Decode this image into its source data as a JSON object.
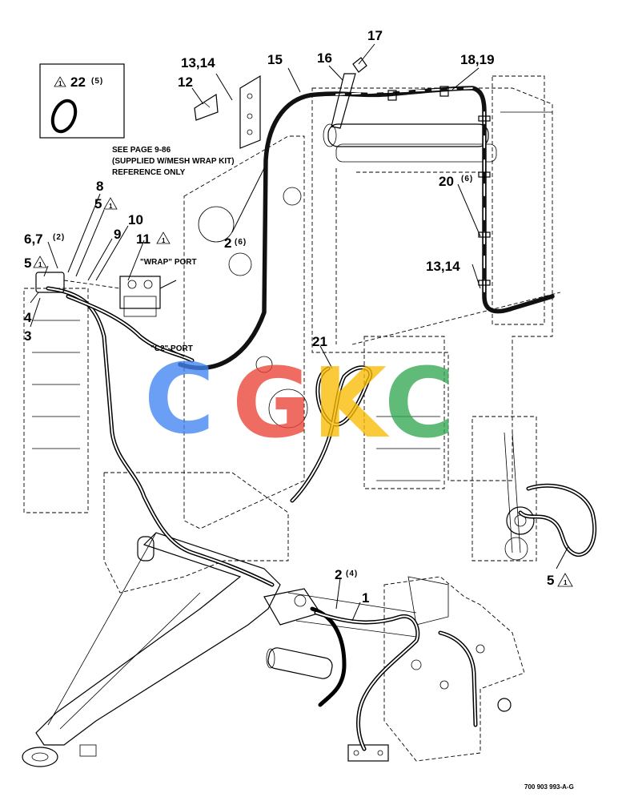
{
  "callouts": {
    "c1": "1",
    "c2_top": "2",
    "c2_top_qty": "(6)",
    "c2_bottom": "2",
    "c2_bottom_qty": "(4)",
    "c3": "3",
    "c4": "4",
    "c5_upper": "5",
    "c5_left": "5",
    "c5_right": "5",
    "c67": "6,7",
    "c67_qty": "(2)",
    "c8": "8",
    "c9": "9",
    "c10": "10",
    "c11": "11",
    "c12": "12",
    "c1314_top": "13,14",
    "c1314_right": "13,14",
    "c15": "15",
    "c16": "16",
    "c17": "17",
    "c1819": "18,19",
    "c20": "20",
    "c20_qty": "(6)",
    "c21": "21",
    "c22": "22",
    "c22_qty": "(5)"
  },
  "notes": {
    "see_page_line1": "SEE PAGE 9-86",
    "see_page_line2": "(SUPPLIED W/MESH WRAP KIT)",
    "see_page_line3": "REFERENCE ONLY",
    "wrap_port": "\"WRAP\" PORT",
    "c2_port": "\"C2\" PORT",
    "warning_symbol": "1"
  },
  "figure_id": "700 903 993-A-G",
  "watermark": {
    "letters": [
      "C",
      "G",
      "K",
      "C"
    ],
    "colors": [
      "#4285F4",
      "#EA4335",
      "#FBBC05",
      "#34A853"
    ]
  },
  "icons": [
    "warning-triangle-icon",
    "o-ring-icon"
  ]
}
